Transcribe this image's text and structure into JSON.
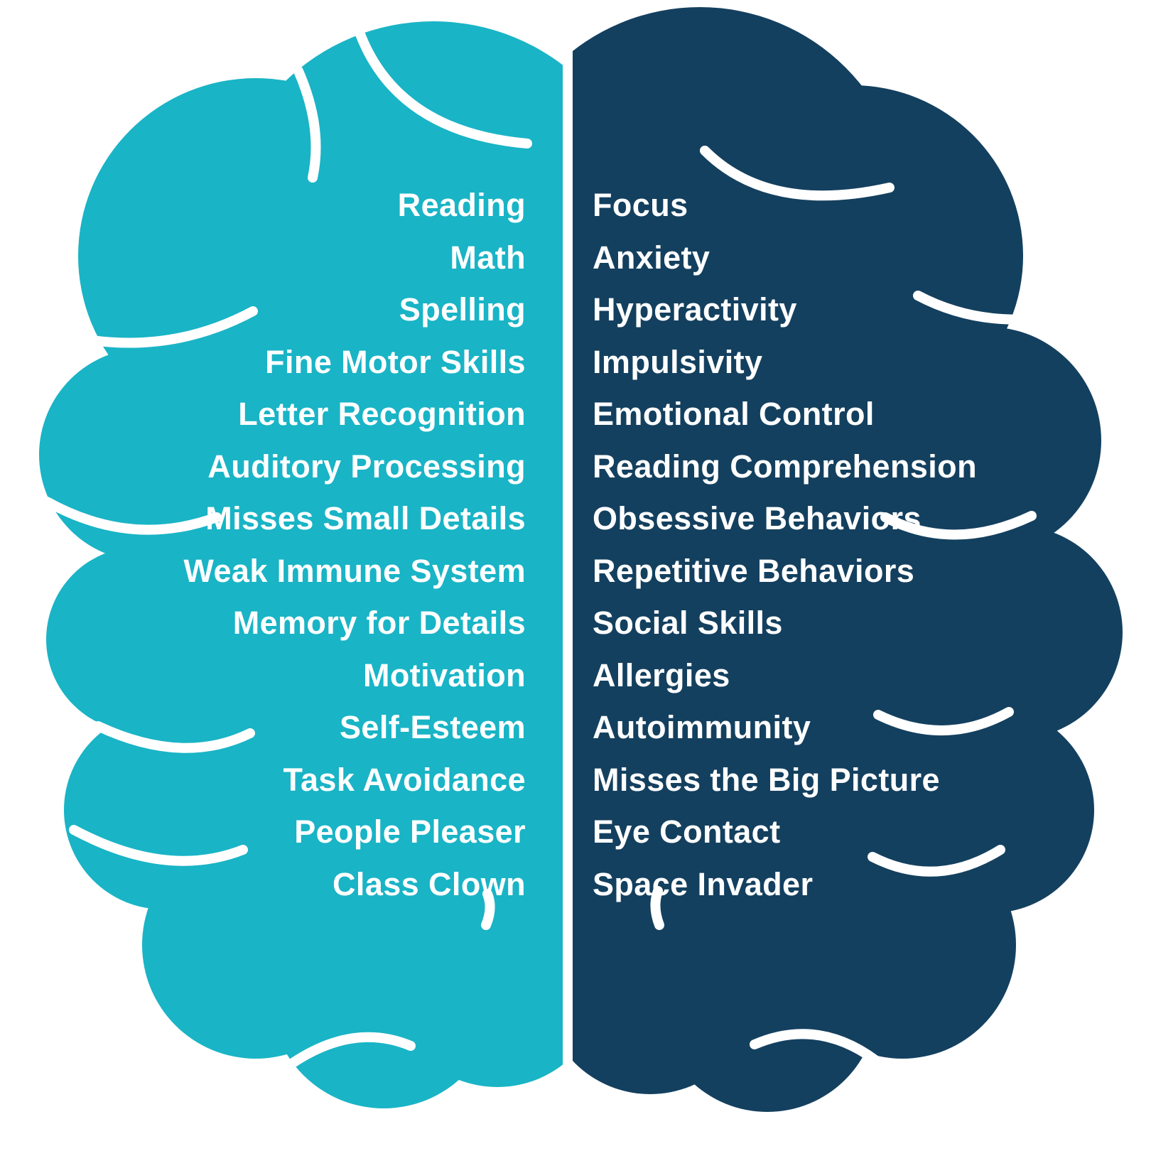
{
  "colors": {
    "left_hemisphere": "#19B4C6",
    "right_hemisphere": "#14405F",
    "background": "#FFFFFF",
    "text": "#FFFFFF"
  },
  "left_brain": {
    "items": [
      "Reading",
      "Math",
      "Spelling",
      "Fine Motor Skills",
      "Letter Recognition",
      "Auditory Processing",
      "Misses Small Details",
      "Weak Immune System",
      "Memory for Details",
      "Motivation",
      "Self-Esteem",
      "Task Avoidance",
      "People Pleaser",
      "Class Clown"
    ]
  },
  "right_brain": {
    "items": [
      "Focus",
      "Anxiety",
      "Hyperactivity",
      "Impulsivity",
      "Emotional Control",
      "Reading Comprehension",
      "Obsessive Behaviors",
      "Repetitive Behaviors",
      "Social Skills",
      "Allergies",
      "Autoimmunity",
      "Misses the Big Picture",
      "Eye Contact",
      "Space Invader"
    ]
  }
}
